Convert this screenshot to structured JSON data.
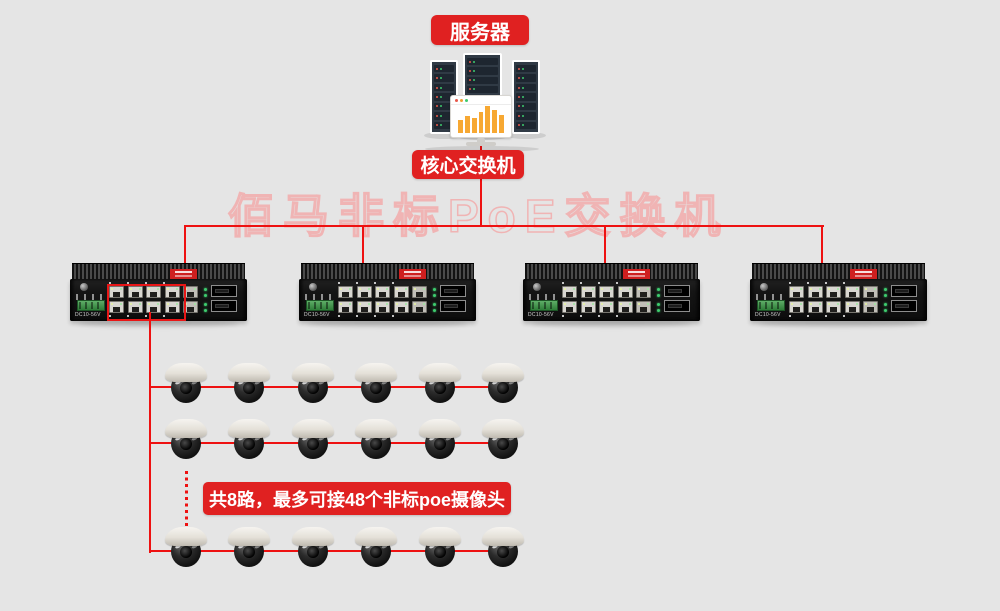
{
  "labels": {
    "server": "服务器",
    "core_switch": "核心交换机",
    "watermark": "佰马非标PoE交换机",
    "capacity": "共8路，最多可接48个非标poe摄像头"
  },
  "colors": {
    "background": "#e5e5e5",
    "label_red": "#e02121",
    "line_red": "#ee1111",
    "watermark_pink": "#f0b4b4",
    "chart_bar_orange": "#f7a832",
    "led_green": "#3ecb6e",
    "led_red": "#e8584a"
  },
  "server_graphic": {
    "rack_count": 3,
    "chart_bars": [
      13,
      17,
      15,
      21,
      27,
      23,
      18
    ]
  },
  "switches": [
    {
      "name": "poe-switch-1",
      "dc_text": "DC10-56V",
      "ports_highlighted": true
    },
    {
      "name": "poe-switch-2",
      "dc_text": "DC10-56V",
      "ports_highlighted": false
    },
    {
      "name": "poe-switch-3",
      "dc_text": "DC10-56V",
      "ports_highlighted": false
    },
    {
      "name": "poe-switch-4",
      "dc_text": "DC10-56V",
      "ports_highlighted": false
    }
  ],
  "cameras": {
    "rows": 3,
    "per_row": 6
  }
}
